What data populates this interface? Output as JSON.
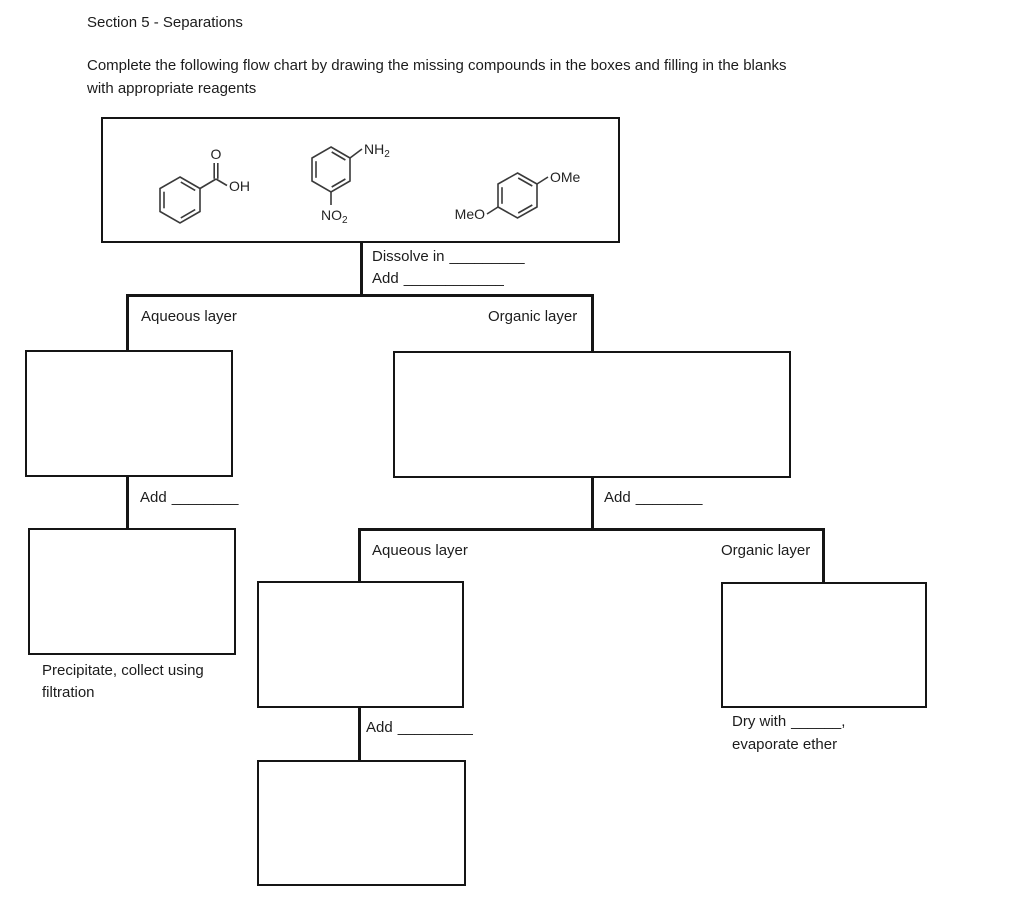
{
  "page": {
    "title": "Section 5 - Separations",
    "instructions": "Complete the following flow chart by drawing the missing compounds in the boxes and filling in the blanks with appropriate reagents"
  },
  "structures": {
    "benzoic_acid": {
      "carbonyl_oxygen": "O",
      "hydroxyl": "OH"
    },
    "nitroaniline": {
      "amine": "NH",
      "amine_sub": "2",
      "nitro": "NO",
      "nitro_sub": "2"
    },
    "dimethoxybenzene": {
      "methoxy_top": "OMe",
      "methoxy_bottom": "MeO"
    }
  },
  "flow": {
    "dissolve": {
      "label": "Dissolve in",
      "blank": "_________"
    },
    "add_main": {
      "label": "Add",
      "blank": "____________"
    },
    "split1": {
      "left_label": "Aqueous layer",
      "right_label": "Organic layer"
    },
    "aqueous_add": {
      "label": "Add",
      "blank": "________"
    },
    "organic_add": {
      "label": "Add",
      "blank": "________"
    },
    "split2": {
      "left_label": "Aqueous layer",
      "right_label": "Organic layer"
    },
    "mid_add": {
      "label": "Add",
      "blank": "_________"
    },
    "precipitate_note": "Precipitate, collect using filtration",
    "dry": {
      "label": "Dry with",
      "blank": "______",
      "suffix": ",",
      "line2": "evaporate ether"
    }
  }
}
